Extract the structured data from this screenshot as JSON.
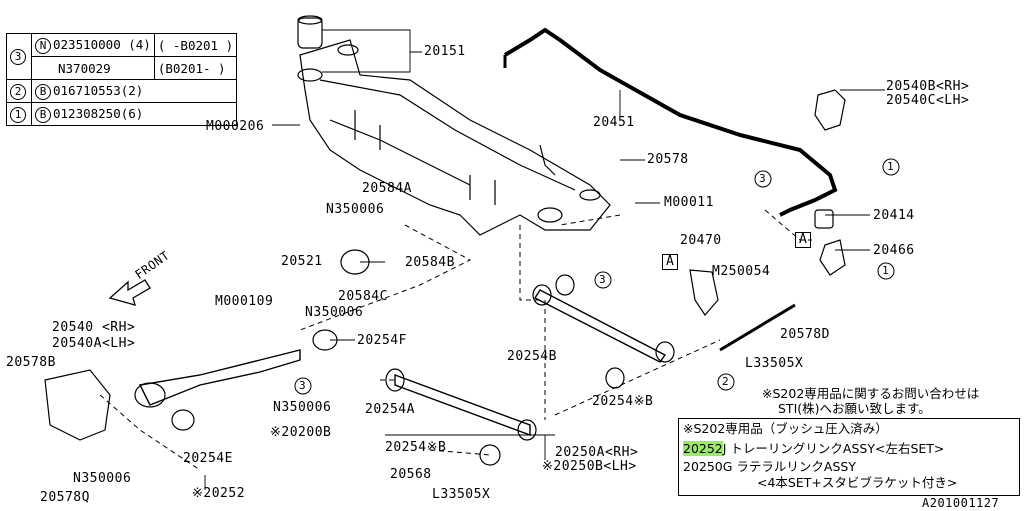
{
  "legend": {
    "rows": [
      {
        "idx": "3",
        "code": "N",
        "part": "023510000 (4)",
        "range": "( -B0201 )"
      },
      {
        "idx": "3",
        "code": "",
        "part": "N370029",
        "range": "(B0201- )"
      },
      {
        "idx": "2",
        "code": "B",
        "part": "016710553(2)",
        "range": ""
      },
      {
        "idx": "1",
        "code": "B",
        "part": "012308250(6)",
        "range": ""
      }
    ]
  },
  "labels": {
    "p20151": "20151",
    "p20451": "20451",
    "p20540B": "20540B<RH>",
    "p20540C": "20540C<LH>",
    "m000206": "M000206",
    "p20578a": "20578",
    "m00011": "M00011",
    "p20414": "20414",
    "p20466": "20466",
    "p20584A": "20584A",
    "n350006a": "N350006",
    "p20521": "20521",
    "p20584B": "20584B",
    "p20584C": "20584C",
    "n350006b": "N350006",
    "m000109": "M000109",
    "p20254F": "20254F",
    "p20540": "20540 <RH>",
    "p20540A": "20540A<LH>",
    "p20578B": "20578B",
    "n350006c": "N350006",
    "n350006d": "N350006",
    "p20254E": "20254E",
    "p20252": "※20252",
    "p20578Q": "20578Q",
    "p20470": "20470",
    "m250054": "M250054",
    "p20578D": "20578D",
    "l33505a": "L33505X",
    "p20254B": "20254B",
    "p20254A": "20254A",
    "p20200B": "※20200B",
    "p20254sB1": "20254※B",
    "p20254sB2": "20254※B",
    "p20568": "20568",
    "l33505b": "L33505X",
    "p20250A": "20250A<RH>",
    "p20250B": "※20250B<LH>",
    "front": "FRONT",
    "refA1": "A",
    "refA2": "A",
    "c1a": "1",
    "c1b": "1",
    "c2": "2",
    "c3a": "3",
    "c3b": "3",
    "c3c": "3",
    "c3d": "3",
    "diagram_id": "A201001127"
  },
  "notes": {
    "s202_note_1": "※S202専用品に関するお問い合わせは",
    "s202_note_2": "STI(株)へお願い致します。",
    "box_title": "※S202専用品（ブッシュ圧入済み）",
    "box_line1_code": "20252",
    "box_line1_rest": "J トレーリングリンクASSY<左右SET>",
    "box_line2": "20250G ラテラルリンクASSY",
    "box_line3": "<4本SET+スタビブラケット付き>"
  },
  "colors": {
    "highlight": "#9be86a",
    "ink": "#000000"
  }
}
